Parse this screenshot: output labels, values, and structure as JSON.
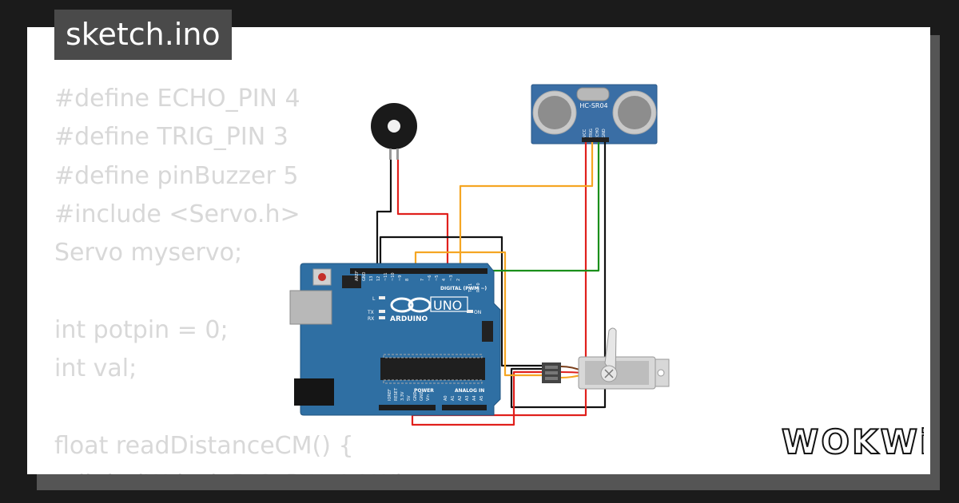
{
  "tab": {
    "filename": "sketch.ino"
  },
  "code_lines": [
    "#define ECHO_PIN 4",
    "#define TRIG_PIN 3",
    "#define pinBuzzer 5",
    "#include <Servo.h>",
    "Servo myservo;",
    "",
    "int potpin = 0;",
    "int val;",
    "",
    "float readDistanceCM() {",
    "  digitalWrite(TRIG_PIN, LOW);"
  ],
  "sensor": {
    "model": "HC-SR04",
    "pins": [
      "VCC",
      "TRIG",
      "ECHO",
      "GND"
    ]
  },
  "board": {
    "brand": "ARDUINO",
    "model": "UNO",
    "digital_label": "DIGITAL (PWM ~)",
    "power_label": "POWER",
    "analog_label": "ANALOG IN",
    "on_label": "ON",
    "led_l": "L",
    "led_tx": "TX",
    "led_rx": "RX",
    "digital_pins": [
      "AREF",
      "GND",
      "13",
      "12",
      "~11",
      "~10",
      "~9",
      "8",
      "7",
      "~6",
      "~5",
      "4",
      "~3",
      "2",
      "TX 1",
      "RX 0"
    ],
    "power_pins": [
      "IOREF",
      "RESET",
      "3.3V",
      "5V",
      "GND",
      "GND",
      "Vin"
    ],
    "analog_pins": [
      "A0",
      "A1",
      "A2",
      "A3",
      "A4",
      "A5"
    ]
  },
  "logo": {
    "text": "WOKWi"
  },
  "colors": {
    "wire_black": "#111111",
    "wire_red": "#e0201c",
    "wire_orange": "#f5a623",
    "wire_green": "#1a8f1a",
    "board_blue": "#2f6fa3",
    "sensor_blue": "#3a6ea5"
  }
}
